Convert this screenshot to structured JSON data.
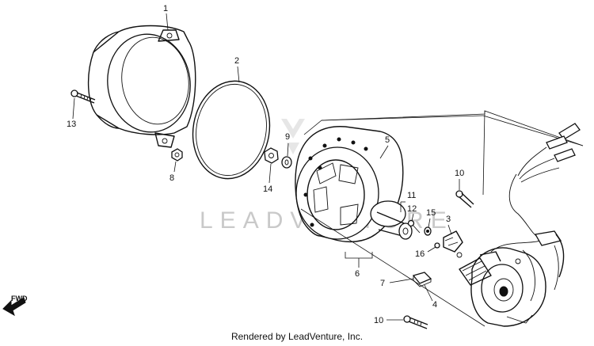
{
  "diagram": {
    "callouts": {
      "c1": "1",
      "c2": "2",
      "c3": "3",
      "c4": "4",
      "c5": "5",
      "c6": "6",
      "c7": "7",
      "c8": "8",
      "c9": "9",
      "c10a": "10",
      "c10b": "10",
      "c11": "11",
      "c12": "12",
      "c13": "13",
      "c14": "14",
      "c15": "15",
      "c16": "16"
    },
    "watermark": "LEADVENTURE",
    "fwd_label": "FWD",
    "footer": "Rendered by LeadVenture, Inc."
  }
}
